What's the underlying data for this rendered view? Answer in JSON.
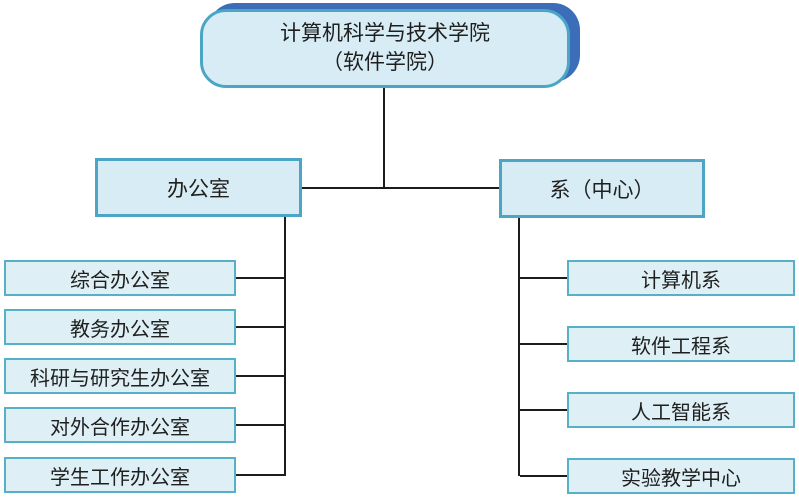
{
  "colors": {
    "node-fill": "#d7ecf4",
    "node-border": "#4ba6c5",
    "leaf-fill": "#def0f6",
    "leaf-border": "#55b0c8",
    "shadow-blue": "#3b6db9",
    "line": "#1c1c1c",
    "text": "#1f1f1f",
    "background": "#ffffff"
  },
  "root": {
    "line1": "计算机科学与技术学院",
    "line2": "（软件学院）"
  },
  "branches": [
    {
      "label": "办公室",
      "children": [
        "综合办公室",
        "教务办公室",
        "科研与研究生办公室",
        "对外合作办公室",
        "学生工作办公室"
      ]
    },
    {
      "label": "系（中心）",
      "children": [
        "计算机系",
        "软件工程系",
        "人工智能系",
        "实验教学中心"
      ]
    }
  ]
}
